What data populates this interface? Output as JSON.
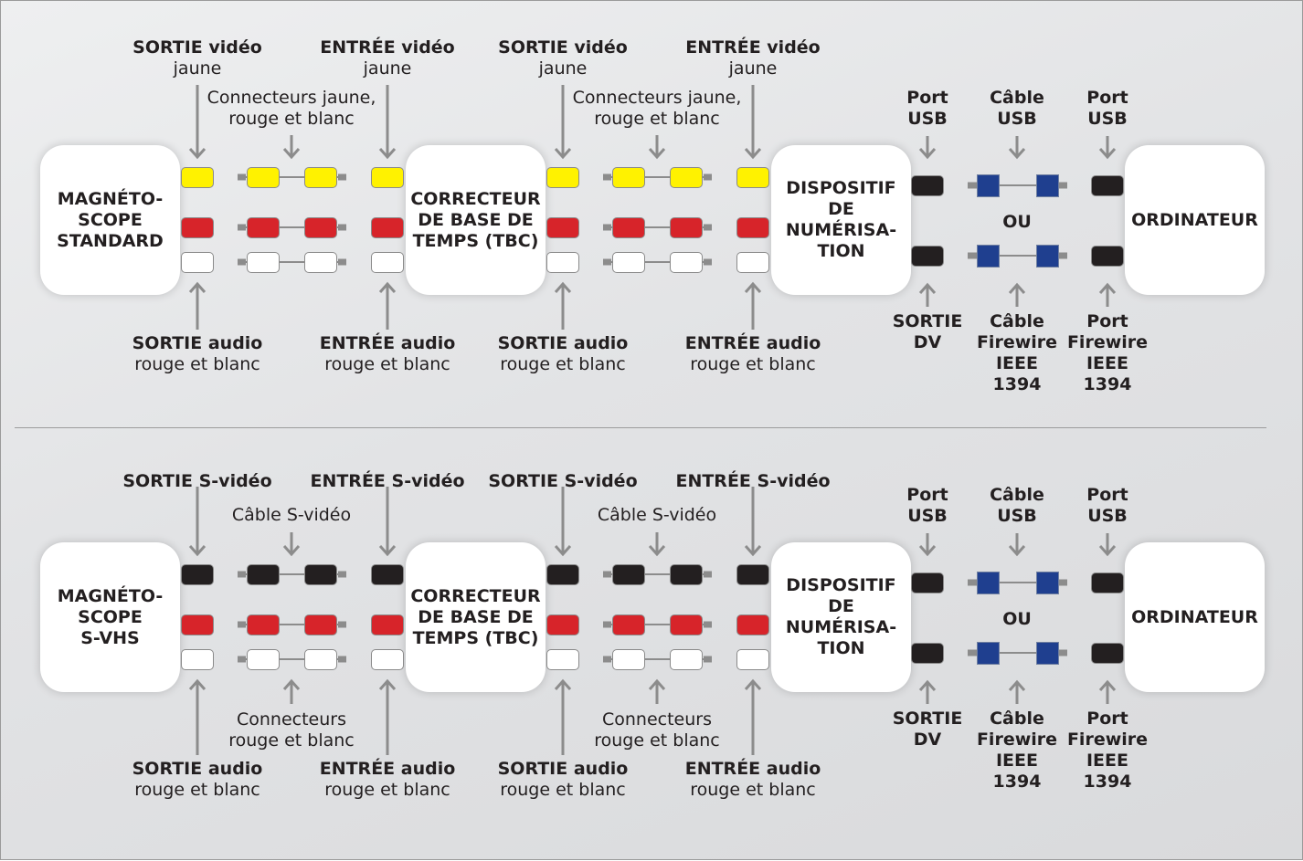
{
  "colors": {
    "yellow": "#fff200",
    "red": "#d7242a",
    "white": "#ffffff",
    "black": "#231f20",
    "blue": "#1f3f8f",
    "arrow": "#8c8c8c"
  },
  "panels": [
    {
      "source_device": "MAGNÉTO-\nSCOPE\nSTANDARD",
      "tbc": "CORRECTEUR\nDE BASE DE\nTEMPS (TBC)",
      "digitizer": "DISPOSITIF\nDE\nNUMÉRISA-\nTION",
      "computer": "ORDINATEUR",
      "first_row_color": "yellow",
      "top_labels": [
        {
          "bold": "SORTIE vidéo",
          "sub": "jaune"
        },
        {
          "bold": "ENTRÉE vidéo",
          "sub": "jaune"
        },
        {
          "bold": "SORTIE vidéo",
          "sub": "jaune"
        },
        {
          "bold": "ENTRÉE vidéo",
          "sub": "jaune"
        }
      ],
      "cable_labels_top": [
        "Connecteurs jaune,\nrouge et blanc",
        "Connecteurs jaune,\nrouge et blanc"
      ],
      "cable_labels_bottom": [],
      "bottom_labels": [
        {
          "bold": "SORTIE audio",
          "sub": "rouge et blanc"
        },
        {
          "bold": "ENTRÉE audio",
          "sub": "rouge et blanc"
        },
        {
          "bold": "SORTIE audio",
          "sub": "rouge et blanc"
        },
        {
          "bold": "ENTRÉE audio",
          "sub": "rouge et blanc"
        }
      ],
      "usb": {
        "port_out": "Port\nUSB",
        "cable": "Câble\nUSB",
        "port_in": "Port\nUSB"
      },
      "or": "OU",
      "firewire": {
        "out": "SORTIE\nDV",
        "cable": "Câble\nFirewire\nIEEE\n1394",
        "port_in": "Port\nFirewire\nIEEE\n1394"
      }
    },
    {
      "source_device": "MAGNÉTO-\nSCOPE\nS-VHS",
      "tbc": "CORRECTEUR\nDE BASE DE\nTEMPS (TBC)",
      "digitizer": "DISPOSITIF\nDE\nNUMÉRISA-\nTION",
      "computer": "ORDINATEUR",
      "first_row_color": "black",
      "top_labels": [
        {
          "bold": "SORTIE S-vidéo",
          "sub": ""
        },
        {
          "bold": "ENTRÉE S-vidéo",
          "sub": ""
        },
        {
          "bold": "SORTIE S-vidéo",
          "sub": ""
        },
        {
          "bold": "ENTRÉE S-vidéo",
          "sub": ""
        }
      ],
      "cable_labels_top": [
        "Câble S-vidéo",
        "Câble S-vidéo"
      ],
      "cable_labels_bottom": [
        "Connecteurs\nrouge et blanc",
        "Connecteurs\nrouge et blanc"
      ],
      "bottom_labels": [
        {
          "bold": "SORTIE audio",
          "sub": "rouge et blanc"
        },
        {
          "bold": "ENTRÉE audio",
          "sub": "rouge et blanc"
        },
        {
          "bold": "SORTIE audio",
          "sub": "rouge et blanc"
        },
        {
          "bold": "ENTRÉE audio",
          "sub": "rouge et blanc"
        }
      ],
      "usb": {
        "port_out": "Port\nUSB",
        "cable": "Câble\nUSB",
        "port_in": "Port\nUSB"
      },
      "or": "OU",
      "firewire": {
        "out": "SORTIE\nDV",
        "cable": "Câble\nFirewire\nIEEE\n1394",
        "port_in": "Port\nFirewire\nIEEE\n1394"
      }
    }
  ]
}
